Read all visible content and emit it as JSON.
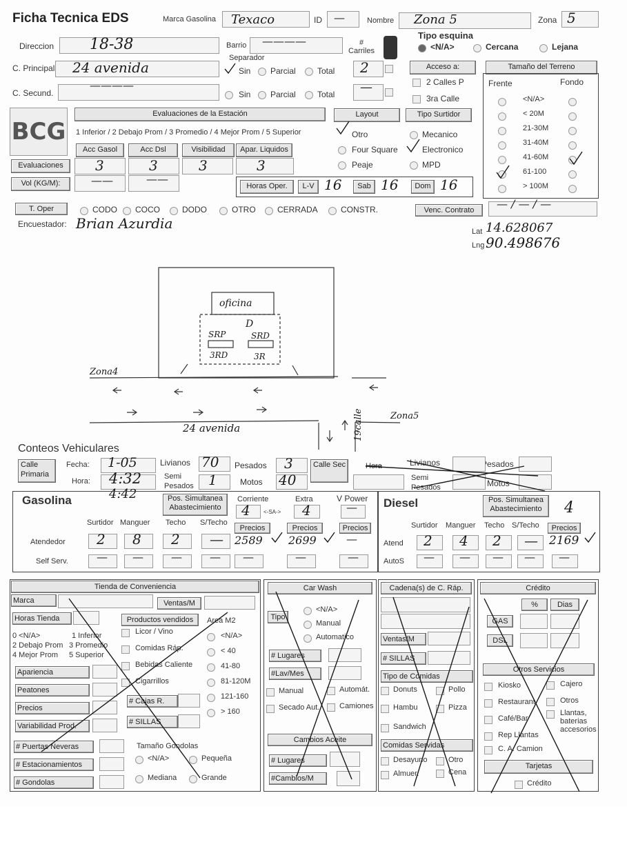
{
  "header": {
    "title": "Ficha Tecnica EDS",
    "marca_label": "Marca Gasolina",
    "marca_value": "Texaco",
    "id_label": "ID",
    "id_value": "—",
    "nombre_label": "Nombre",
    "nombre_value": "Zona 5",
    "zona_label": "Zona",
    "zona_value": "5"
  },
  "address": {
    "direccion_label": "Direccion",
    "direccion_value": "18-38",
    "barrio_label": "Barrio",
    "barrio_value": "————",
    "carriles_label": "# Carriles",
    "carriles_value": "2",
    "principal_label": "C. Principal",
    "principal_value": "24 avenida",
    "secundaria_label": "C. Secund.",
    "secundaria_value": "————",
    "secundaria_carriles": "—",
    "separador_label": "Separador",
    "sep_options": [
      "Sin",
      "Parcial",
      "Total"
    ],
    "tipo_esquina_label": "Tipo esquina",
    "esquina_options": [
      "<N/A>",
      "Cercana",
      "Lejana"
    ],
    "acceso_label": "Acceso a:",
    "acceso_options": [
      "2 Calles P",
      "3ra Calle"
    ]
  },
  "terreno": {
    "title": "Tamaño del Terreno",
    "frente": "Frente",
    "fondo": "Fondo",
    "sizes": [
      "<N/A>",
      "< 20M",
      "21-30M",
      "31-40M",
      "41-60M",
      "61-100",
      "> 100M"
    ]
  },
  "evaluaciones": {
    "logo": "BCG",
    "header": "Evaluaciones de la Estación",
    "scale": "1 Inferior / 2 Debajo Prom / 3 Promedio / 4 Mejor Prom / 5 Superior",
    "cols": [
      "Acc Gasol",
      "Acc Dsl",
      "Visibilidad",
      "Apar. Liquidos"
    ],
    "row_label": "Evaluaciones",
    "values": [
      "3",
      "3",
      "3",
      "3"
    ],
    "vol_label": "Vol (KG/M):",
    "vol_values": [
      "——",
      "——"
    ]
  },
  "layout": {
    "label": "Layout",
    "options": [
      "Otro",
      "Four Square",
      "Peaje"
    ]
  },
  "surtidor": {
    "label": "Tipo Surtidor",
    "options": [
      "Mecanico",
      "Electronico",
      "MPD"
    ]
  },
  "horas": {
    "label": "Horas Oper.",
    "lv_label": "L-V",
    "lv": "16",
    "sab_label": "Sab",
    "sab": "16",
    "dom_label": "Dom",
    "dom": "16"
  },
  "operacion": {
    "label": "T. Oper",
    "options": [
      "CODO",
      "COCO",
      "DODO",
      "OTRO",
      "CERRADA",
      "CONSTR."
    ],
    "contrato_label": "Venc. Contrato",
    "contrato_value": "— / — / —"
  },
  "encuestador": {
    "label": "Encuestador:",
    "value": "Brian Azurdia",
    "lat_label": "Lat",
    "lat": "14.628067",
    "lng_label": "Lng",
    "lng": "90.498676"
  },
  "sketch": {
    "oficina": "oficina",
    "d": "D",
    "srp1": "SRP",
    "srp2": "SRD",
    "label32a": "3RD",
    "label32b": "3R",
    "zona4": "Zona4",
    "zona5": "Zona5",
    "avenida": "24 avenida",
    "calle": "19calle"
  },
  "conteos": {
    "title": "Conteos Vehiculares",
    "primaria": "Calle Primaria",
    "fecha_label": "Fecha:",
    "fecha": "1-05",
    "hora_label": "Hora:",
    "hora": "4:32",
    "hora2": "4:42",
    "livianos_label": "Livianos",
    "livianos": "70",
    "semi_label": "Semi Pesados",
    "semi": "1",
    "pesados_label": "Pesados",
    "pesados": "3",
    "motos_label": "Motos",
    "motos": "40",
    "sec": "Calle Sec",
    "sec_hora": "Hora",
    "sec_livianos": "Livianos",
    "sec_semi": "Semi Pesados",
    "sec_pesados": "Pesados",
    "sec_motos": "Motos"
  },
  "gasolina": {
    "title": "Gasolina",
    "pos": "Pos. Simultanea Abastecimiento",
    "corriente": "Corriente",
    "extra": "Extra",
    "vpower": "V Power",
    "corriente_val": "4",
    "sa": "<-SA->",
    "extra_val": "4",
    "vpower_val": "—",
    "cols": [
      "Surtidor",
      "Manguer",
      "Techo",
      "S/Techo"
    ],
    "precios": "Precios",
    "atendedor": "Atendedor",
    "at_values": [
      "2",
      "8",
      "2",
      "—"
    ],
    "p_corriente": "2589",
    "p_extra": "2699",
    "p_vpower": "—",
    "self": "Self Serv.",
    "self_values": [
      "—",
      "—",
      "—",
      "—",
      "—",
      "—",
      "—"
    ]
  },
  "diesel": {
    "title": "Diesel",
    "pos": "Pos. Simultanea Abastecimiento",
    "pos_val": "4",
    "cols": [
      "Surtidor",
      "Manguer",
      "Techo",
      "S/Techo"
    ],
    "precios": "Precios",
    "atend": "Atend",
    "at_values": [
      "2",
      "4",
      "2",
      "—"
    ],
    "precio": "2169",
    "autos": "AutoS",
    "auto_values": [
      "—",
      "—",
      "—",
      "—",
      "—"
    ]
  },
  "tienda": {
    "title": "Tienda de Conveniencia",
    "marca": "Marca",
    "ventas": "Ventas/M",
    "horas": "Horas Tienda",
    "productos": "Productos vendidos",
    "area": "Area M2",
    "scale": [
      "0 <N/A>",
      "1 Inferior",
      "2 Debajo Prom",
      "3 Promedio",
      "4 Mejor Prom",
      "5 Superior"
    ],
    "products": [
      "Licor / Vino",
      "Comidas Ráp.",
      "Bebidas Caliente",
      "Cigarrillos"
    ],
    "areas": [
      "<N/A>",
      "< 40",
      "41-80",
      "81-120M",
      "121-160",
      "> 160"
    ],
    "evals": [
      "Apariencia",
      "Peatones",
      "Precios",
      "Variabilidad Prod."
    ],
    "cajas": "# Cajas R.",
    "sillas": "# SILLAS",
    "counts": [
      "# Puertas Neveras",
      "# Estacionamientos",
      "# Gondolas"
    ],
    "gondolas": "Tamaño Gondolas",
    "gondola_opts": [
      "<N/A>",
      "Pequeña",
      "Mediana",
      "Grande"
    ]
  },
  "carwash": {
    "title": "Car Wash",
    "tipo": "Tipo",
    "opts": [
      "<N/A>",
      "Manual",
      "Automatico"
    ],
    "lugares": "# Lugares",
    "lav": "#Lav/Mes",
    "checks": [
      "Manual",
      "Automát.",
      "Secado Aut.",
      "Camiones"
    ],
    "cambios": "Cambios Aceite",
    "c_lugares": "# Lugares",
    "c_cambios": "#Cambios/M"
  },
  "cadena": {
    "title": "Cadena(s) de C. Ráp.",
    "ventas": "Ventas/M",
    "sillas": "# SILLAS",
    "tipo": "Tipo de Comidas",
    "tipos": [
      "Donuts",
      "Pollo",
      "Hambu",
      "Pizza",
      "Sandwich"
    ],
    "servidas": "Comidas Servidas",
    "servs": [
      "Desayuno",
      "Otro",
      "Almuer.",
      "Cena"
    ]
  },
  "credito": {
    "title": "Crédito",
    "pct": "%",
    "dias": "Dias",
    "gas": "GAS",
    "dsl": "DSL",
    "otros": "Otros Servicios",
    "servicios": [
      "Kiosko",
      "Cajero",
      "Restaurant",
      "Otros",
      "Café/Bar",
      "Llantas, baterias accesorios",
      "Rep Llantas",
      "C. A. Camion"
    ],
    "tarjetas": "Tarjetas",
    "credito_chk": "Crédito"
  }
}
